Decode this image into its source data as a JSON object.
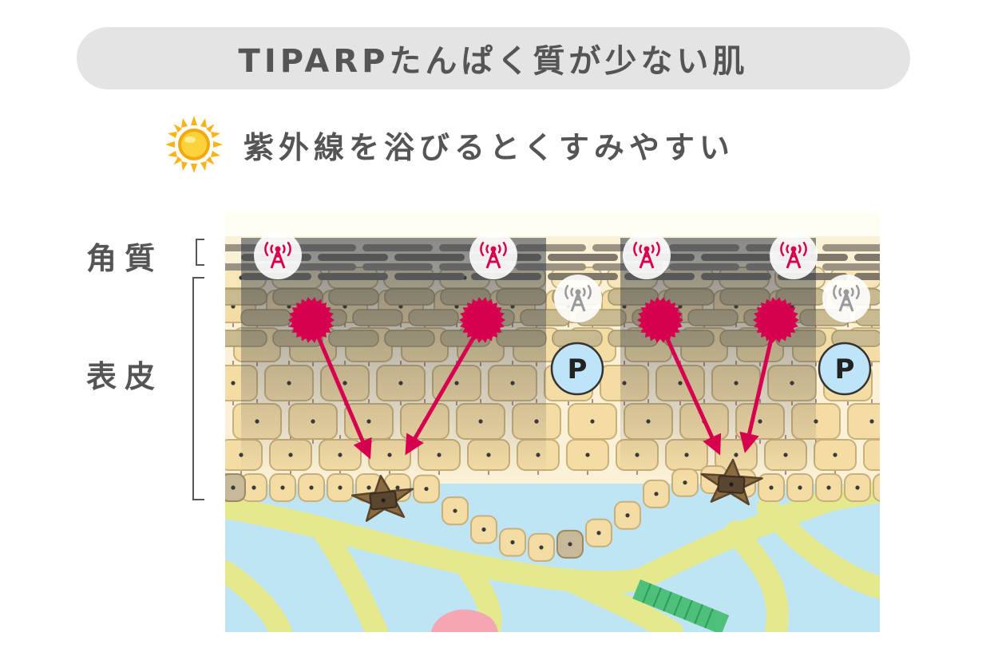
{
  "title": "TIPARPたんぱく質が少ない肌",
  "subtitle": {
    "icon": "sun-icon",
    "text": "紫外線を浴びるとくすみやすい"
  },
  "layers": {
    "stratum_corneum": "角質",
    "epidermis": "表皮"
  },
  "diagram": {
    "protein_marker_label": "P",
    "colors": {
      "title_bg": "#e4e4e4",
      "text": "#555555",
      "accent_magenta": "#d6004f",
      "protein_blue": "#bfe4f7",
      "cell_beige": "#f4dca5",
      "dermis_yellow": "#e4e98e",
      "dermis_blue": "#bfe5f5",
      "blood_pink": "#f4a6b2",
      "vessel_green": "#4fc07a"
    }
  }
}
